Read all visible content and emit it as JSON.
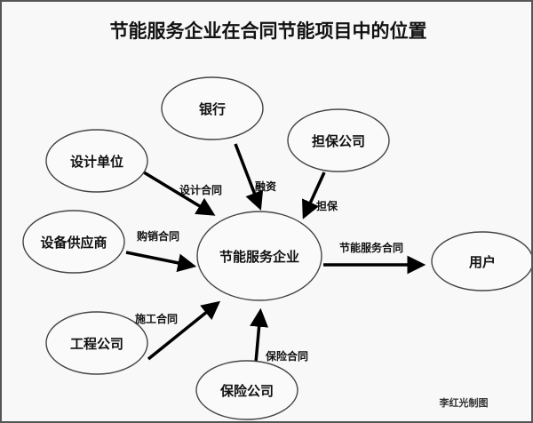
{
  "title": "节能服务企业在合同节能项目中的位置",
  "nodes": {
    "center": "节能服务企业",
    "bank": "银行",
    "guarantor": "担保公司",
    "design": "设计单位",
    "supplier": "设备供应商",
    "user": "用户",
    "engineering": "工程公司",
    "insurance": "保险公司"
  },
  "edges": {
    "design": "设计合同",
    "bank": "融资",
    "guarantor": "担保",
    "supplier": "购销合同",
    "user": "节能服务合同",
    "engineering": "施工合同",
    "insurance": "保险合同"
  },
  "credit": "李红光制图"
}
